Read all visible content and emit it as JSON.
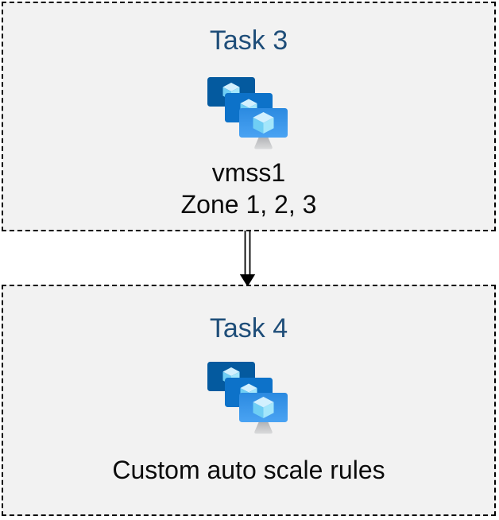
{
  "diagram": {
    "boxes": [
      {
        "title": "Task 3",
        "icon": "vm-scale-sets",
        "labels": [
          "vmss1",
          "Zone 1, 2, 3"
        ]
      },
      {
        "title": "Task 4",
        "icon": "vm-scale-sets",
        "labels": [
          "Custom auto scale rules"
        ]
      }
    ],
    "connector": {
      "type": "double-line-arrow",
      "direction": "down"
    },
    "colors": {
      "title_text": "#1f4e79",
      "body_text": "#0b0b0b",
      "box_background": "#f2f2f2",
      "box_border": "#000000",
      "screen_back": "#045a9f",
      "screen_middle": "#0d72c9",
      "screen_front_top": "#2b8ae0",
      "screen_front_bottom": "#4aa3f3",
      "cube_top": "#d2f0fe",
      "cube_left": "#6fcef4",
      "cube_right": "#a3e6fb",
      "stand_top": "#b2b4b7",
      "stand_bottom": "#dadbdc"
    }
  }
}
